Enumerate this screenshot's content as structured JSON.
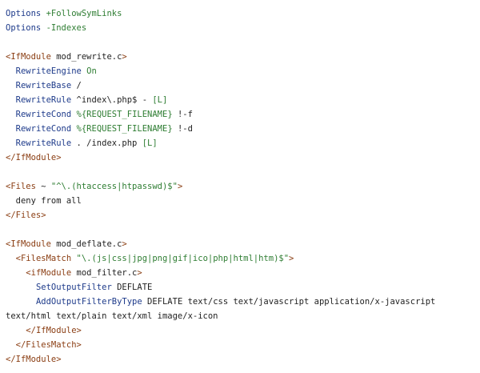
{
  "colors": {
    "directive": "#1d3a8a",
    "value": "#2e7d32",
    "tag": "#8a3d12",
    "string": "#2e7d32",
    "text": "#1f1f1f",
    "symbol": "#c0391b",
    "background": "#ffffff"
  },
  "lines": [
    {
      "tokens": [
        {
          "t": "directive",
          "v": "Options"
        },
        {
          "t": "text",
          "v": " "
        },
        {
          "t": "value",
          "v": "+FollowSymLinks"
        }
      ]
    },
    {
      "tokens": [
        {
          "t": "directive",
          "v": "Options"
        },
        {
          "t": "text",
          "v": " "
        },
        {
          "t": "value",
          "v": "-Indexes"
        }
      ]
    },
    {
      "tokens": []
    },
    {
      "tokens": [
        {
          "t": "tag",
          "v": "<IfModule"
        },
        {
          "t": "text",
          "v": " mod_rewrite.c"
        },
        {
          "t": "tag",
          "v": ">"
        }
      ]
    },
    {
      "tokens": [
        {
          "t": "text",
          "v": "  "
        },
        {
          "t": "directive",
          "v": "RewriteEngine"
        },
        {
          "t": "text",
          "v": " "
        },
        {
          "t": "value",
          "v": "On"
        }
      ]
    },
    {
      "tokens": [
        {
          "t": "text",
          "v": "  "
        },
        {
          "t": "directive",
          "v": "RewriteBase"
        },
        {
          "t": "text",
          "v": " /"
        }
      ]
    },
    {
      "tokens": [
        {
          "t": "text",
          "v": "  "
        },
        {
          "t": "directive",
          "v": "RewriteRule"
        },
        {
          "t": "text",
          "v": " ^index\\.php$ - "
        },
        {
          "t": "value",
          "v": "[L]"
        }
      ]
    },
    {
      "tokens": [
        {
          "t": "text",
          "v": "  "
        },
        {
          "t": "directive",
          "v": "RewriteCond"
        },
        {
          "t": "text",
          "v": " "
        },
        {
          "t": "value",
          "v": "%{REQUEST_FILENAME}"
        },
        {
          "t": "text",
          "v": " !-f"
        }
      ]
    },
    {
      "tokens": [
        {
          "t": "text",
          "v": "  "
        },
        {
          "t": "directive",
          "v": "RewriteCond"
        },
        {
          "t": "text",
          "v": " "
        },
        {
          "t": "value",
          "v": "%{REQUEST_FILENAME}"
        },
        {
          "t": "text",
          "v": " !-d"
        }
      ]
    },
    {
      "tokens": [
        {
          "t": "text",
          "v": "  "
        },
        {
          "t": "directive",
          "v": "RewriteRule"
        },
        {
          "t": "text",
          "v": " . /index.php "
        },
        {
          "t": "value",
          "v": "[L]"
        }
      ]
    },
    {
      "tokens": [
        {
          "t": "tag",
          "v": "</IfModule>"
        }
      ]
    },
    {
      "tokens": []
    },
    {
      "tokens": [
        {
          "t": "tag",
          "v": "<Files"
        },
        {
          "t": "text",
          "v": " ~ "
        },
        {
          "t": "string",
          "v": "\"^\\.(htaccess|htpasswd)$\""
        },
        {
          "t": "tag",
          "v": ">"
        }
      ]
    },
    {
      "tokens": [
        {
          "t": "text",
          "v": "  deny from all"
        }
      ]
    },
    {
      "tokens": [
        {
          "t": "tag",
          "v": "</Files>"
        }
      ]
    },
    {
      "tokens": []
    },
    {
      "tokens": [
        {
          "t": "tag",
          "v": "<IfModule"
        },
        {
          "t": "text",
          "v": " mod_deflate.c"
        },
        {
          "t": "tag",
          "v": ">"
        }
      ]
    },
    {
      "tokens": [
        {
          "t": "text",
          "v": "  "
        },
        {
          "t": "tag",
          "v": "<FilesMatch"
        },
        {
          "t": "text",
          "v": " "
        },
        {
          "t": "string",
          "v": "\"\\.(js|css|jpg|png|gif|ico|php|html|htm)$\""
        },
        {
          "t": "tag",
          "v": ">"
        }
      ]
    },
    {
      "tokens": [
        {
          "t": "text",
          "v": "    "
        },
        {
          "t": "tag",
          "v": "<ifModule"
        },
        {
          "t": "text",
          "v": " mod_filter.c"
        },
        {
          "t": "tag",
          "v": ">"
        }
      ]
    },
    {
      "tokens": [
        {
          "t": "text",
          "v": "      "
        },
        {
          "t": "directive",
          "v": "SetOutputFilter"
        },
        {
          "t": "text",
          "v": " DEFLATE"
        }
      ]
    },
    {
      "wrap": true,
      "tokens": [
        {
          "t": "text",
          "v": "      "
        },
        {
          "t": "directive",
          "v": "AddOutputFilterByType"
        },
        {
          "t": "text",
          "v": " DEFLATE text/css text/javascript application/x-javascript text/html text/plain text/xml image/x-icon"
        }
      ]
    },
    {
      "tokens": [
        {
          "t": "text",
          "v": "    "
        },
        {
          "t": "tag",
          "v": "</IfModule>"
        }
      ]
    },
    {
      "tokens": [
        {
          "t": "text",
          "v": "  "
        },
        {
          "t": "tag",
          "v": "</FilesMatch>"
        }
      ]
    },
    {
      "tokens": [
        {
          "t": "tag",
          "v": "</IfModule>"
        }
      ]
    }
  ]
}
